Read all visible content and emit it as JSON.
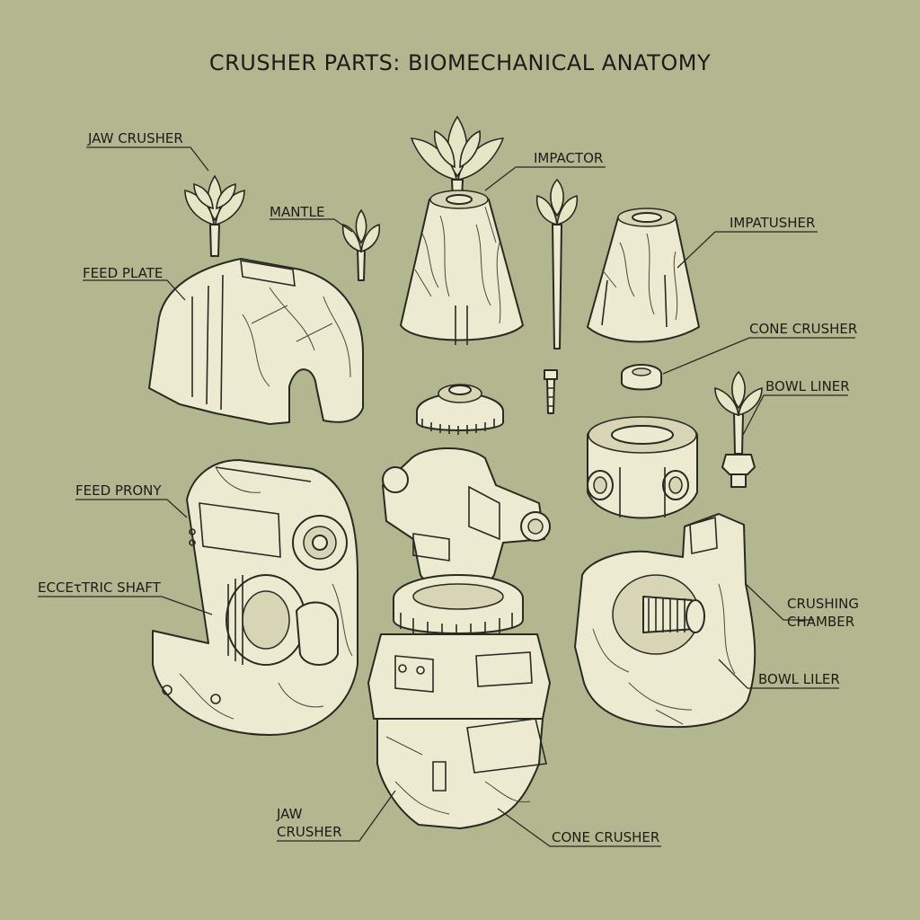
{
  "title": "CRUSHER PARTS: BIOMECHANICAL ANATOMY",
  "labels": {
    "jaw_crusher_top": "JAW CRUSHER",
    "mantle": "MANTLE",
    "feed_plate": "FEED PLATE",
    "impactor": "IMPACTOR",
    "impatusher": "IMPATUSHER",
    "cone_crusher_right": "CONE CRUSHER",
    "bowl_liner": "BOWL LINER",
    "feed_prony": "FEED PRONY",
    "eccentric_shaft": "ECCEτTRIC SHAFT",
    "crushing_chamber": "CRUSHING CHAMBER",
    "bowl_liler": "BOWL LILER",
    "jaw_crusher_bottom": "JAW CRUSHER",
    "cone_crusher_bottom": "CONE CRUSHER"
  },
  "colors": {
    "background": "#b3b78f",
    "part_fill": "#ecead0",
    "ink": "#2a2a22"
  }
}
